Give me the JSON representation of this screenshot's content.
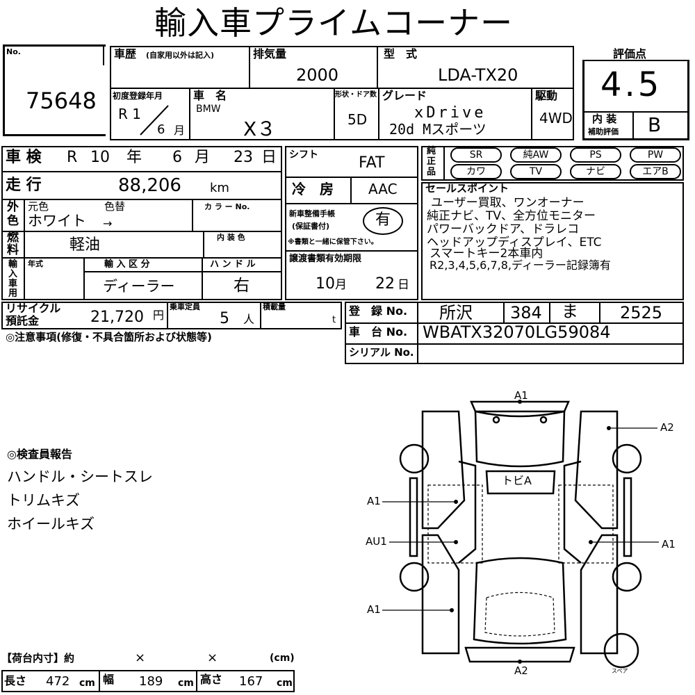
{
  "title": "輸入車プライムコーナー",
  "sheet": {
    "no_label": "No.",
    "no_value": "75648",
    "history_label": "車歴",
    "history_note": "(自家用以外は記入)",
    "displacement_label": "排気量",
    "displacement": "2000",
    "model_label": "型　式",
    "model": "LDA-TX20",
    "rating_label": "評価点",
    "rating": "4.5",
    "interior_label": "内 装",
    "interior_sub": "補助評価",
    "interior": "B",
    "first_reg_label": "初度登録年月",
    "first_reg_era": "R 1",
    "first_reg_month": "6",
    "month_unit": "月",
    "car_name_label": "車　名",
    "make": "BMW",
    "car_name": "X３",
    "doors_label": "形状・ドア数",
    "doors": "5D",
    "grade_label": "グレード",
    "grade_line1": "xDrive",
    "grade_line2": "20d Mスポーツ",
    "drive_label": "駆動",
    "drive": "4WD"
  },
  "inspection": {
    "shaken_label": "車 検",
    "shaken_era": "R",
    "shaken_year": "10",
    "year_unit": "年",
    "shaken_month": "6",
    "month_unit": "月",
    "shaken_day": "23",
    "day_unit": "日",
    "mileage_label": "走 行",
    "mileage": "88,206",
    "mileage_unit": "km",
    "color_label_1": "外",
    "color_label_2": "色",
    "orig_color_label": "元色",
    "repaint_label": "色替",
    "color": "ホワイト",
    "color_arrow": "→",
    "color_no_label": "カ ラ ー No.",
    "fuel_label_1": "燃",
    "fuel_label_2": "料",
    "fuel": "軽油",
    "interior_color_label": "内 装 色",
    "import_label_1": "輸",
    "import_label_2": "入",
    "import_label_3": "車",
    "import_label_4": "用",
    "model_year_label": "年式",
    "import_type_label": "輸 入 区 分",
    "import_type": "ディーラー",
    "handle_label": "ハ ン ド ル",
    "handle": "右",
    "shift_label": "シフト",
    "shift": "FAT",
    "ac_label": "冷　房",
    "ac": "AAC",
    "manual_label_1": "新車整備手帳",
    "manual_label_2": "(保証書付)",
    "manual_value": "有",
    "manual_note": "※書類と一緒に保管下さい。",
    "doc_expiry_label": "譲渡書類有効期限",
    "doc_month": "10",
    "doc_day": "22",
    "recycle_label_1": "リサイクル",
    "recycle_label_2": "預託金",
    "recycle": "21,720",
    "yen": "円",
    "capacity_label": "乗車定員",
    "capacity": "5",
    "person_unit": "人",
    "load_label": "積載量",
    "load_unit": "t"
  },
  "equipment": {
    "label_1": "純",
    "label_2": "正",
    "label_3": "品",
    "items": [
      {
        "label": "SR",
        "circled": false
      },
      {
        "label": "純AW",
        "circled": true
      },
      {
        "label": "PS",
        "circled": false
      },
      {
        "label": "PW",
        "circled": false
      },
      {
        "label": "カワ",
        "circled": false
      },
      {
        "label": "TV",
        "circled": true
      },
      {
        "label": "ナビ",
        "circled": true
      },
      {
        "label": "エアB",
        "circled": true
      }
    ]
  },
  "sales": {
    "label": "セールスポイント",
    "line1": "ユーザー買取、ワンオーナー",
    "line2": "純正ナビ、TV、全方位モニター",
    "line3": "パワーバックドア、ドラレコ",
    "line4": "ヘッドアップディスプレイ、ETC",
    "line5": "スマートキー2本車内",
    "line6": "R2,3,4,5,6,7,8,ディーラー記録簿有"
  },
  "registration": {
    "reg_label": "登　録 No.",
    "reg_area": "所沢",
    "reg_class": "384",
    "reg_kana": "ま",
    "reg_number": "2525",
    "vin_label": "車　台 No.",
    "vin": "WBATX32070LG59084",
    "serial_label": "シリアル No."
  },
  "notes_label": "◎注意事項(修復・不具合箇所および状態等)",
  "inspector": {
    "label": "◎検査員報告",
    "line1": "ハンドル・シートスレ",
    "line2": "トリムキズ",
    "line3": "ホイールキズ"
  },
  "diagram": {
    "top": "A1",
    "top_right": "A2",
    "left_upper": "A1",
    "left_middle": "AU1",
    "right_middle": "A1",
    "left_lower": "A1",
    "bottom": "A2",
    "roof": "トビA",
    "spare": "スペア"
  },
  "cargo": {
    "label": "【荷台内寸】約",
    "x1": "×",
    "x2": "×",
    "unit_paren": "(cm)",
    "length_label": "長さ",
    "length": "472",
    "width_label": "幅",
    "width": "189",
    "height_label": "高さ",
    "height": "167",
    "cm": "cm"
  }
}
